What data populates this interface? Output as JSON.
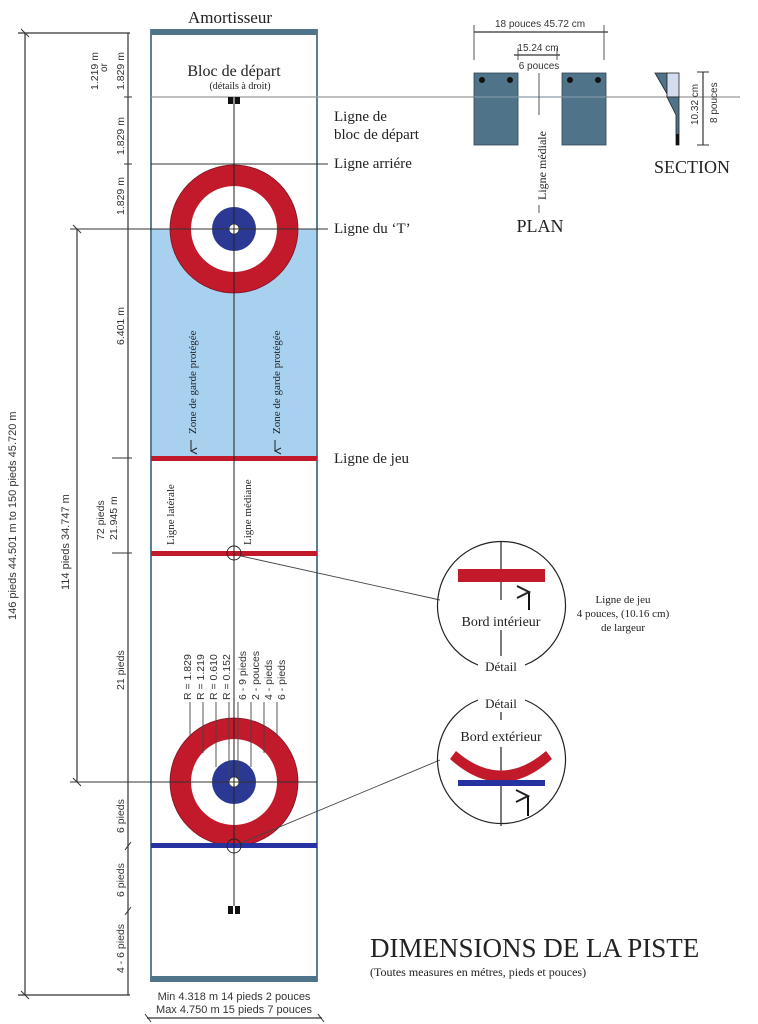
{
  "title": "DIMENSIONS DE LA PISTE",
  "subtitle": "(Toutes measures en métres, pieds et pouces)",
  "colors": {
    "rink_border": "#5b7f99",
    "hog_line": "#c21a2b",
    "tee_line_blue": "#2632a0",
    "house_outer": "#c21a2b",
    "house_button": "#2b3994",
    "guard_zone": "#a8d1ef",
    "hack": "#4f7389"
  },
  "rink": {
    "top_label": "Amortisseur",
    "hack_label": "Bloc de départ",
    "hack_sublabel": "(détails à droit)",
    "guard_zone_label": "Zone de garde protégée",
    "side_line_label": "Ligne latérale",
    "center_line_label": "Ligne médiane",
    "width_min": "Min 4.318 m 14 pieds 2 pouces",
    "width_max": "Max 4.750 m 15 pieds 7 pouces"
  },
  "line_labels": {
    "hack_line_1": "Ligne de",
    "hack_line_2": "bloc de départ",
    "back_line": "Ligne arriére",
    "tee_line": "Ligne du ‘T’",
    "hog_line": "Ligne de jeu"
  },
  "dimensions": {
    "total": "146 pieds 44.501 m to 150 pieds 45.720 m",
    "tee_to_tee": "114 pieds   34.747 m",
    "hog_to_hog_ft": "72 pieds",
    "hog_to_hog_m": "21.945 m",
    "seg_top_1": "1.219 m",
    "seg_top_or": "or",
    "seg_top_2": "1.829 m",
    "hack_to_back": "1.829 m",
    "back_to_tee": "1.829 m",
    "tee_to_hog": "6.401 m",
    "hog_to_tee_ft": "21 pieds",
    "tee_to_back_ft": "6 pieds",
    "back_to_hack_ft": "6 pieds",
    "hack_to_end_ft": "4 - 6 pieds"
  },
  "house_radii": [
    {
      "label": "R = 1.829"
    },
    {
      "label": "R = 1.219"
    },
    {
      "label": "R = 0.610"
    },
    {
      "label": "R = 0.152"
    },
    {
      "label": "6 - 9 pieds"
    },
    {
      "label": "2 - pouces"
    },
    {
      "label": "4 - pieds"
    },
    {
      "label": "6 - pieds"
    }
  ],
  "hack_detail": {
    "overall_width": "18 pouces 45.72 cm",
    "gap_cm": "15.24 cm",
    "gap_in": "6 pouces",
    "center_line": "Ligne médiale",
    "plan_label": "PLAN",
    "section_label": "SECTION",
    "height_cm": "10.32 cm",
    "height_in": "8 pouces"
  },
  "detail_inner": {
    "caption": "Détail",
    "label": "Bord intérieur",
    "note_1": "Ligne de jeu",
    "note_2": "4 pouces, (10.16 cm)",
    "note_3": "de largeur"
  },
  "detail_outer": {
    "caption": "Détail",
    "label": "Bord extérieur"
  }
}
